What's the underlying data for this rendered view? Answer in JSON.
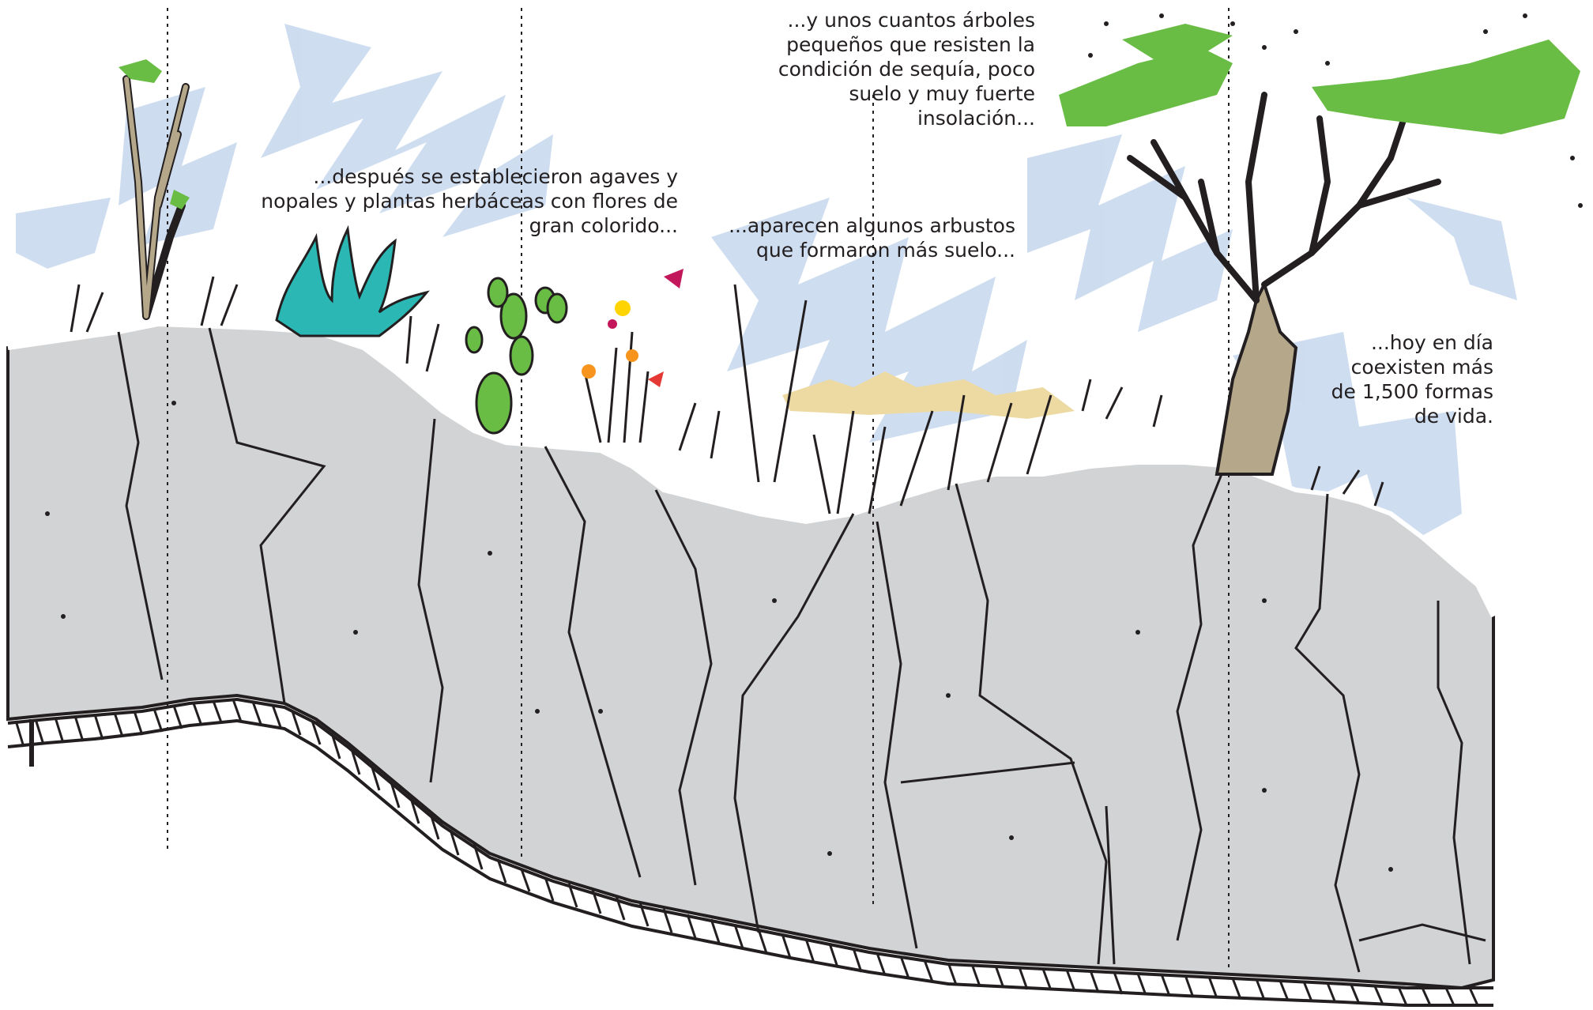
{
  "captions": {
    "herbs": {
      "lines": [
        "...después se establecieron agaves y",
        "nopales y plantas herbáceas con flores de",
        "gran colorido..."
      ]
    },
    "shrubs": {
      "lines": [
        "...aparecen algunos arbustos",
        "que formaron más suelo..."
      ]
    },
    "trees": {
      "lines": [
        "...y unos cuantos árboles",
        "pequeños que resisten la",
        "condición de sequía, poco",
        "suelo y muy fuerte",
        "insolación..."
      ]
    },
    "today": {
      "lines": [
        "...hoy en día",
        "coexisten más",
        "de 1,500 formas",
        "de vida."
      ]
    }
  },
  "colors": {
    "rock": "#d1d3d4",
    "rock_outline": "#231f20",
    "sky_strokes": "#c9d9ee",
    "agave": "#2bb7b3",
    "cactus_green": "#69bd45",
    "tree_trunk": "#b5a78a",
    "shrub_tan": "#eddaa3",
    "flower_yellow": "#ffd400",
    "flower_orange": "#f7941d",
    "flower_magenta": "#c2185b",
    "flower_red": "#e53935"
  },
  "illustration": {
    "subjects": [
      "ocotillo",
      "agave",
      "nopal",
      "flowers",
      "shrubs",
      "tree",
      "rock-layers",
      "soil-hatching"
    ]
  }
}
